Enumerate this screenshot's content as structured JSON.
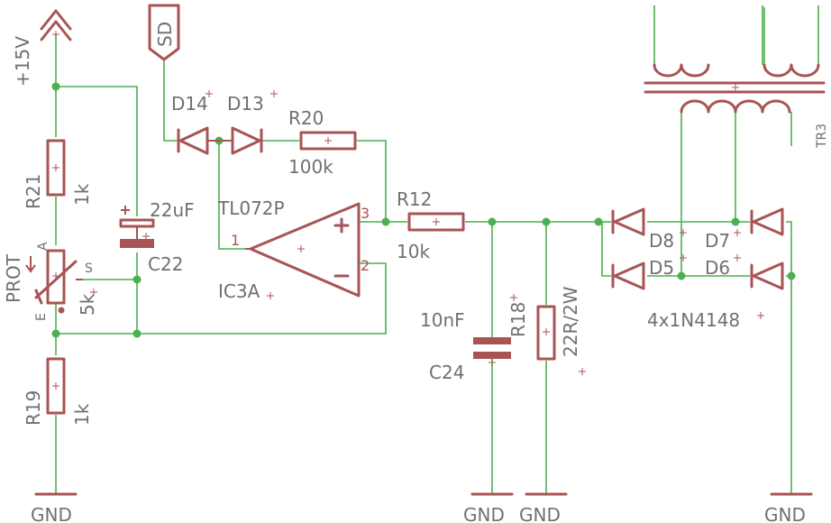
{
  "supply": {
    "label": "+15V"
  },
  "shutdown": {
    "label": "SD"
  },
  "resistors": {
    "r21": {
      "name": "R21",
      "value": "1k"
    },
    "r19": {
      "name": "R19",
      "value": "1k"
    },
    "r20": {
      "name": "R20",
      "value": "100k"
    },
    "r12": {
      "name": "R12",
      "value": "10k"
    },
    "r18": {
      "name": "R18",
      "value": "22R/2W"
    }
  },
  "trimmer": {
    "name": "PROT",
    "value": "5k",
    "pin_a": "A",
    "pin_e": "E",
    "pin_s": "S"
  },
  "capacitors": {
    "c22": {
      "name": "C22",
      "value": "22uF"
    },
    "c24": {
      "name": "C24",
      "value": "10nF"
    }
  },
  "diodes": {
    "d14": "D14",
    "d13": "D13",
    "d8": "D8",
    "d7": "D7",
    "d5": "D5",
    "d6": "D6",
    "bridge_value": "4x1N4148"
  },
  "opamp": {
    "name": "IC3A",
    "value": "TL072P",
    "pin1": "1",
    "pin2": "2",
    "pin3": "3"
  },
  "transformer": {
    "name": "TR3"
  },
  "ground": {
    "label": "GND"
  }
}
